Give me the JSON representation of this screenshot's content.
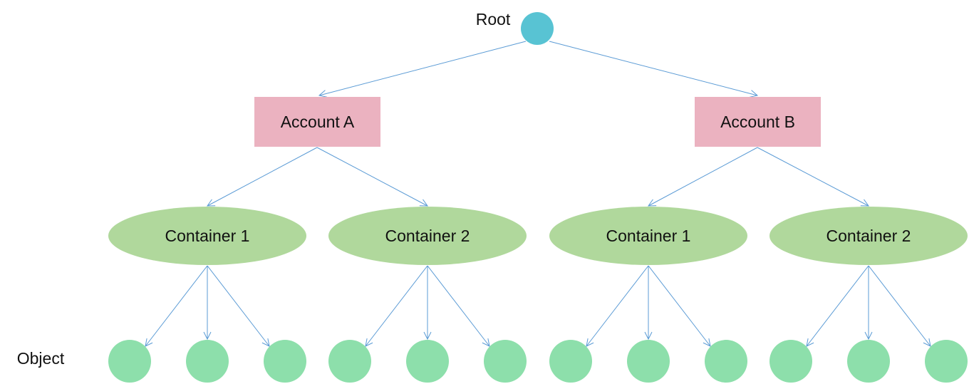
{
  "colors": {
    "root": "#58c3d3",
    "account": "#ebb2c0",
    "container": "#b0d89c",
    "object": "#8ddfab",
    "edge": "#5b9bd5"
  },
  "root": {
    "label": "Root"
  },
  "objects_label": "Object",
  "accounts": [
    {
      "label": "Account A",
      "containers": [
        {
          "label": "Container 1",
          "objects": 3
        },
        {
          "label": "Container 2",
          "objects": 3
        }
      ]
    },
    {
      "label": "Account B",
      "containers": [
        {
          "label": "Container 1",
          "objects": 3
        },
        {
          "label": "Container 2",
          "objects": 3
        }
      ]
    }
  ]
}
